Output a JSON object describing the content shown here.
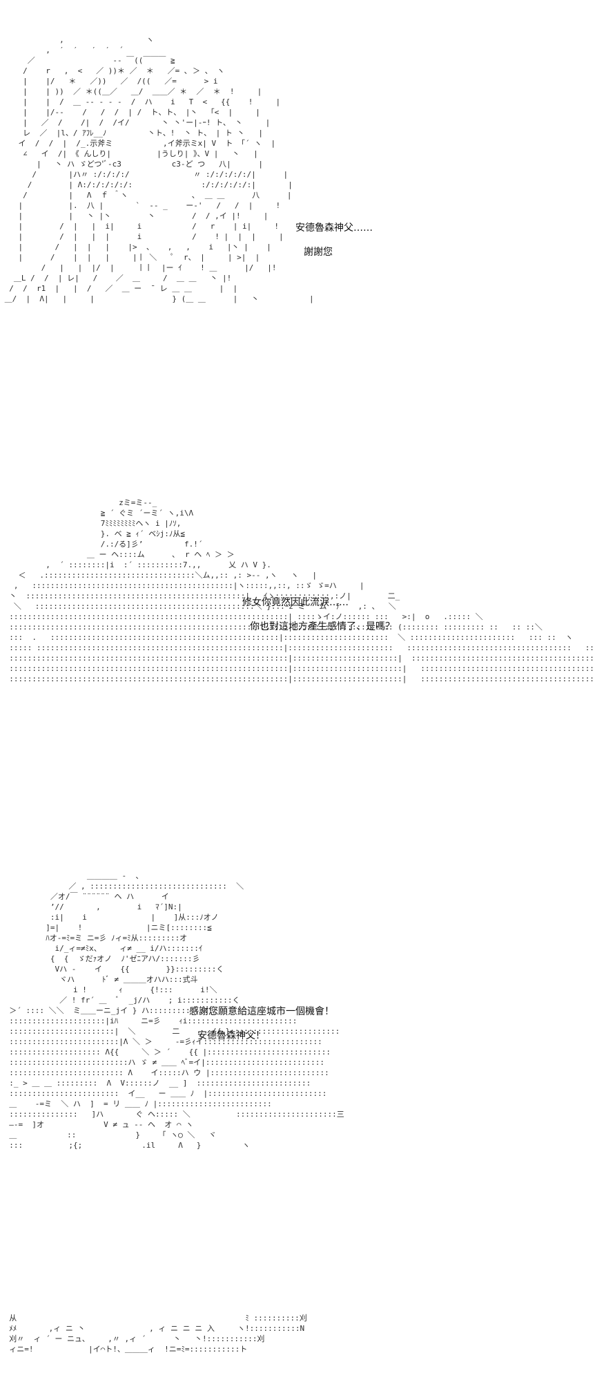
{
  "panels": [
    {
      "art": "             ,                  ヽ\n          ,  ′  ′   ′  ′  ´\n      ／                 -‐ ￣((￣￣￣ ≧\n     /    r   ,  <   ／ ))＊ ／  ＊   ／= ､ ＞ 、 ヽ\n     |    |/   ＊   ／))   ／  /((   ／=      > i\n     |    | ))  ／ ＊((＿／   ＿/  ＿＿／ ＊  ／  ＊  !     |\n     |    |  /  ＿ -‐ - ‐ -  /  ハ    i   T  <   {{    !     |\n     |    |/--    /   /  /  | /  ト、ト、 |丶  「<  |     |\n     |   ／  /    /|  /  /イ/       丶 丶'ー|-ｰ! ト、 丶     |\n     レ  ／  |l、/ ｱﾌﾚ__ﾉ         丶ト、!  丶 ト、 | ト 丶   |\n    イ  /  /  |  /_.示斧ミ           ,イ斧示ミx| V  ト 「´ ヽ  |\n     ∠   イ  /| 《 んしり|          |うしり| 》、V |   丶   |\n        |   丶 ハ ゞどつ'ﾞ‐c3           c3‐ど つ   八|      |\n       /       |ハ〃 :/:/:/:/              〃 :/:/:/:/:/|      |\n      /        | Λ:/:/:/:/:/:               :/:/:/:/:/:|       |\n     /         |   Λ  ｆ ＾ヽ              ､  ＿ ＿      八      |\n    |          |.  八 |       `  -- _    ー‐'   /   /  |     !\n    |          |   丶 |丶        丶        /  / ,イ |!     |\n    |        /  |   |  i|     i           /   r    | i|     !\n    |        /  |   |  |      i           /    ! |  |  |     |\n    |       /   |  |   |    |>  、   ,   ,    i   |丶 |    |\n    |      /    |  |   |     |丨 ＼   ﾟ  r、 |     | >|  |\n         /   |   |  |/  |     丨丨  |ー ｲ    ! ＿      |/   |!\n   ＿L /  /  | レ|   /    ／  ＿     /  ＿ ＿   丶 |!\n  /  /  r1  |   |  /   ／  ＿ ー  ̄  レ ＿ ＿      |  |\n ＿/  |  Λ|   |     |                 } (＿ ＿      |   丶           |",
      "lines": [
        "安德魯森神父……",
        "謝謝您"
      ]
    },
    {
      "art": "                          zミ=ミ-‐_\n                      ≧ ´ ぐミ ´ーミ´ ヽ,i\\Λ\n                      7ﾐﾐﾐﾐﾐﾐﾐﾐヘヽ i |ﾉｿ,\n                      }. ベ ≧ ｨ´ ベｼj:ﾉ从≦\n                      /.:/る]彡’         f.!´\n                   ＿ ー ヘ::::ム      ､  r ヘ ﾍ ＞ ＞\n          ,  ´ ::::::::|i  :´ ::::::::::7.,,      乂 ハ V }.\n    ＜   .:::::::::::::::::::::::::::::::::＼ム,,:: ,: >-‐ ,ヽ   ヽ   |\n   ,   ::::::::::::::::::::::::::::::::::::::::::::|ヽ:::::,,::, ::ゞ ゞ=ハ     |\n  丶  ::::::::::::::::::::::::::::::::::::::::::::::::|   ｲゝ::::::::::::,:ノ|        二_\n   ＼   ::::::::::::::::::::::::::::::::::::::::::::::::＼ }:.:ｰz ミ   ム  ﾃ    ,: 、  ＼\n  :::::::::::::::::::::::::::::::::::::::::::::::::::::::::::::| ::::ゝイ:ノ:::::: :::   >:|  o   .::::: ＼\n  :::::::::::::::::::::::::::::::::::::::::::::::::::::::::::::|:::::::::::::::::::::: (:::::::: ::::::::: ::   :: ::＼\n  :::  .   ::::::::::::::::::::::::::::::::::::::::::::::::::|:::::::::::::::::::::::  ＼ :::::::::::::::::::::::   ::: ::  ヽ\n  ::::: ::::::::::::::::::::::::::::::::::::::::::::::::::::::|:::::::::::::::::::::::   ::::::::::::::::::::::::::::::::::::   ::::: ヽ\n  :::::::::::::::::::::::::::::::::::::::::::::::::::::::::::::|:::::::::::::::::::::::|  ::::::::::::::::::::::::::::::::::::::::::::::::::::::::::::\n  :::::::::::::::::::::::::::::::::::::::::::::::::::::::::::::|::::::::::::::::::::::::|   :::::::::::::::::::::::::::::::::::::::::::::::::::::::::::::j\n  :::::::::::::::::::::::::::::::::::::::::::::::::::::::::::::|::::::::::::::::::::::::|   ::::::::::::::::::::::::::::::::::::::::::::::::::::::::::::ノ",
      "lines": [
        "修女你竟然因此流淚……",
        "你也對這地方產生感情了、是嗎？"
      ]
    },
    {
      "art": "                   ＿＿＿＿ -  、\n               ／ , ::::::::::::::::::::::::::::::  ＼\n           ／オ/￣ ¨¨¨¨¨¨ ヘ ハ      イ\n           ’//       ,        i   ﾏ´]N:|\n           :i|    i              |    ]从:::ﾉオノ\n          ]=|    !              |ニミ[::::::::≦\n          ﾊオ-=ﾐ=ミ ニ=彡 ﾉィ=ﾐ从:::::::::オ\n            i/_ィ=≠ﾐx、    ィ≠ __ i/ハ:::::::ｲ\n           {  {  ゞだｧオノ  ﾉ'ゼﾆアハ/:::::::彡\n            Vハ ‐    イ    {{        }}:::::::::く\n             ヾハ      ﾄﾞ ≠ ＿＿＿オハハ:::式斗\n                i !       ｨ      {!:::      i!＼\n             ／ ! fr´ ＿  ﾞ  _j/ハ    ; i:::::::::::く\n  ＞´ :::: ＼＼  ミ＿＿ーニ_jイ } ハ:::::::::::::::\n  :::::::::::::::::::::|iﾊ     ニ=彡    ｨi::::::::::::::::::::::::\n  :::::::::::::::::::::::|  ＼        二       //.}::::::::::::::::::::::::\n  ::::::::::::::::::::::::|Λ ＼ ＞     -=彡ｨイ::::::::::::::::::::::::::\n  :::::::::::::::::::: Λ{{     ＼ ＞ ´    {{ |:::::::::::::::::::::::::::\n  ::::::::::::::::::::::::::ハ ゞ ≠ ＿＿ ﾍﾞ=イ|::::::::::::::::::::::::::\n  ::::::::::::::::::::::::: Λ    イ:::::ハ ウ |::::::::::::::::::::::::::\n  :_ > ＿ ＿ :::::::::  Λ  V::::::ノ  __ ]  :::::::::::::::::::::::::\n  ::::::::::::::::::::::::  イ__   ー ＿＿ ﾉ  |::::::::::::::::::::::::::\n  ＿    -=ミ  ＼ ハ  ]  = リ ＿＿ ﾉ |:::::::::::::::::::::::::\n  :::::::::::::::   ]ハ       ぐ ヘ::::: ＼          ::::::::::::::::::::::三\n  ―‐=  ]オ             V ≠ ュ ‐‐ ヘ  オ ⌒ ヽ\n  ＿           ::             }    「 ヽ◯ ＼   ヾ\n  :::          ;{;             .il     Λ   }         ヽ",
      "lines": [
        "感謝您願意給這座城市一個機會！",
        "安德魯森神父！"
      ]
    },
    {
      "art": "  从                                                  ﾐ ::::::::::刈\n  ﾒﾒ       ,ィ ニ 丶              , ィ ニ ニ ニ 入     ヽ!:::::::::::N\n  刈〃  ィ ´ ー ニュ、    ,〃 ,ィ ´      丶   丶!:::::::::::刈\n  ィニ=!            |イ⌒ト!、＿＿＿ィ  !ニ=ﾐ=:::::::::::ト",
      "lines": []
    }
  ]
}
